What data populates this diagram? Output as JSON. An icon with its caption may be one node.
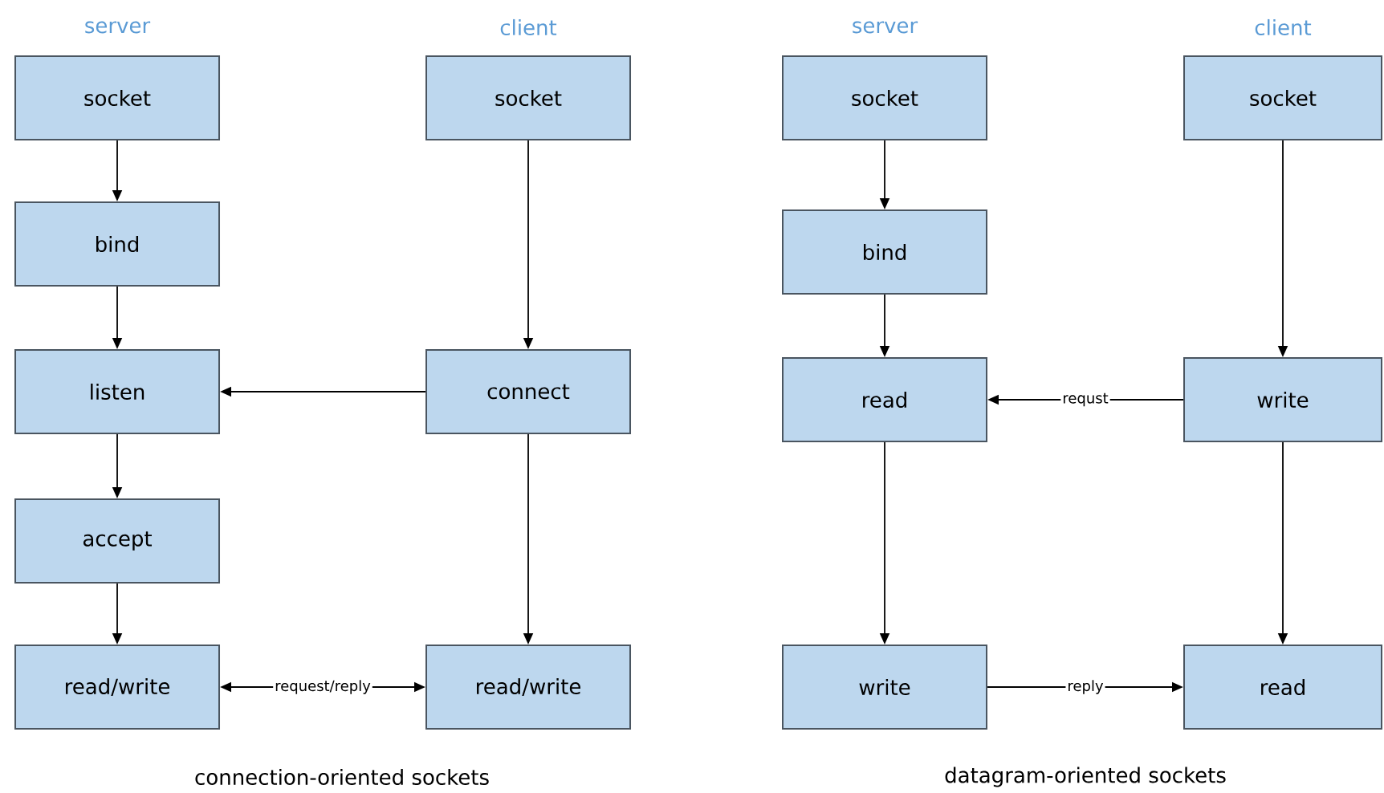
{
  "diagram": {
    "nodes": [
      {
        "text": [
          "socket"
        ]
      },
      {
        "text": [
          "bind"
        ]
      },
      {
        "text": [
          "listen"
        ]
      },
      {
        "text": [
          "accept"
        ]
      },
      {
        "text": [
          "read/write"
        ]
      },
      {
        "text": [
          "socket"
        ]
      },
      {
        "text": [
          "connect"
        ]
      },
      {
        "text": [
          "read/write"
        ]
      },
      {
        "text": [
          "socket"
        ]
      },
      {
        "text": [
          "bind"
        ]
      },
      {
        "text": [
          "read"
        ]
      },
      {
        "text": [
          "write"
        ]
      },
      {
        "text": [
          "socket"
        ]
      },
      {
        "text": [
          "write"
        ]
      },
      {
        "text": [
          "read"
        ]
      }
    ],
    "edges": [
      {
        "from": 0,
        "to": 1,
        "arrow": "to"
      },
      {
        "from": 1,
        "to": 2,
        "arrow": "to"
      },
      {
        "from": 2,
        "to": 3,
        "arrow": "to"
      },
      {
        "from": 3,
        "to": 4,
        "arrow": "to"
      },
      {
        "from": 5,
        "to": 6,
        "arrow": "to"
      },
      {
        "from": 6,
        "to": 2,
        "arrow": "to"
      },
      {
        "from": 6,
        "to": 7,
        "arrow": "to"
      },
      {
        "from": 4,
        "to": 7,
        "arrow": "both",
        "label": "request/reply"
      },
      {
        "from": 8,
        "to": 9,
        "arrow": "to"
      },
      {
        "from": 9,
        "to": 10,
        "arrow": "to"
      },
      {
        "from": 10,
        "to": 11,
        "arrow": "to"
      },
      {
        "from": 12,
        "to": 13,
        "arrow": "to"
      },
      {
        "from": 13,
        "to": 10,
        "arrow": "to",
        "label": "requst"
      },
      {
        "from": 13,
        "to": 14,
        "arrow": "to"
      },
      {
        "from": 11,
        "to": 14,
        "arrow": "to",
        "label": "reply"
      }
    ],
    "labels": [
      "server",
      "client",
      "server",
      "client",
      "connection-oriented sockets",
      "datagram-oriented sockets"
    ]
  }
}
